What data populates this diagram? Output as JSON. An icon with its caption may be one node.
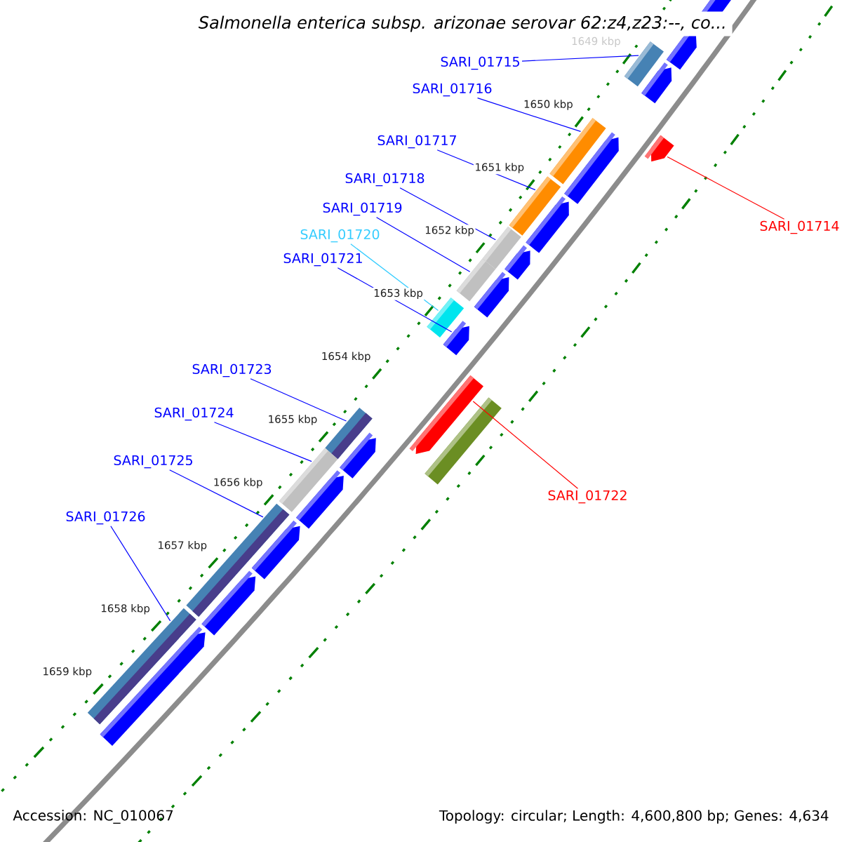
{
  "diagram": {
    "title": "*Salmonella enterica* subsp. *arizonae* serovar 62:z4,z23:--, co...",
    "nodes": [
      {
        "text": [
          "SARI_01715"
        ]
      },
      {
        "text": [
          "SARI_01716"
        ]
      },
      {
        "text": [
          "SARI_01717"
        ]
      },
      {
        "text": [
          "SARI_01718"
        ]
      },
      {
        "text": [
          "SARI_01719"
        ]
      },
      {
        "text": [
          "SARI_01714"
        ]
      },
      {
        "text": [
          "SARI_01720"
        ]
      },
      {
        "text": [
          "SARI_01721"
        ]
      },
      {
        "text": [
          "SARI_01723"
        ]
      },
      {
        "text": [
          "SARI_01724"
        ]
      },
      {
        "text": [
          "SARI_01725"
        ]
      },
      {
        "text": [
          "SARI_01722"
        ]
      },
      {
        "text": [
          "SARI_01726"
        ]
      },
      {
        "text": [],
        "shape": "bar"
      },
      {
        "text": [],
        "shape": "bar"
      },
      {
        "text": [],
        "shape": "bar"
      },
      {
        "text": [],
        "shape": "bar"
      },
      {
        "text": [],
        "shape": "bar"
      },
      {
        "text": [],
        "shape": "bar"
      },
      {
        "text": [],
        "shape": "bar"
      },
      {
        "text": [],
        "shape": "bar"
      },
      {
        "text": [],
        "shape": "bar"
      },
      {
        "text": [],
        "shape": "bar"
      },
      {
        "text": [],
        "shape": "bar"
      },
      {
        "text": [],
        "shape": "bar"
      },
      {
        "text": [],
        "shape": "bar"
      }
    ],
    "edges": [
      {
        "from": 0,
        "to": 13,
        "arrow": "none"
      },
      {
        "from": 1,
        "to": 14,
        "arrow": "none"
      },
      {
        "from": 2,
        "to": 15,
        "arrow": "none"
      },
      {
        "from": 3,
        "to": 16,
        "arrow": "none"
      },
      {
        "from": 4,
        "to": 17,
        "arrow": "none"
      },
      {
        "from": 5,
        "to": 18,
        "arrow": "none",
        "color": "#ff0000"
      },
      {
        "from": 6,
        "to": 19,
        "arrow": "none",
        "color": "#33ccff"
      },
      {
        "from": 7,
        "to": 20,
        "arrow": "none"
      },
      {
        "from": 8,
        "to": 21,
        "arrow": "none"
      },
      {
        "from": 9,
        "to": 22,
        "arrow": "none"
      },
      {
        "from": 10,
        "to": 23,
        "arrow": "none"
      },
      {
        "from": 11,
        "to": 24,
        "arrow": "none",
        "color": "#ff0000"
      },
      {
        "from": 12,
        "to": 25,
        "arrow": "none"
      }
    ],
    "labels": [
      "1649 kbp",
      "1650 kbp",
      "1651 kbp",
      "1652 kbp",
      "1653 kbp",
      "1654 kbp",
      "1655 kbp",
      "1656 kbp",
      "1657 kbp",
      "1658 kbp",
      "1659 kbp",
      "Accession: NC_010067",
      "Topology: circular; Length: 4,600,800 bp; Genes: 4,634"
    ]
  }
}
